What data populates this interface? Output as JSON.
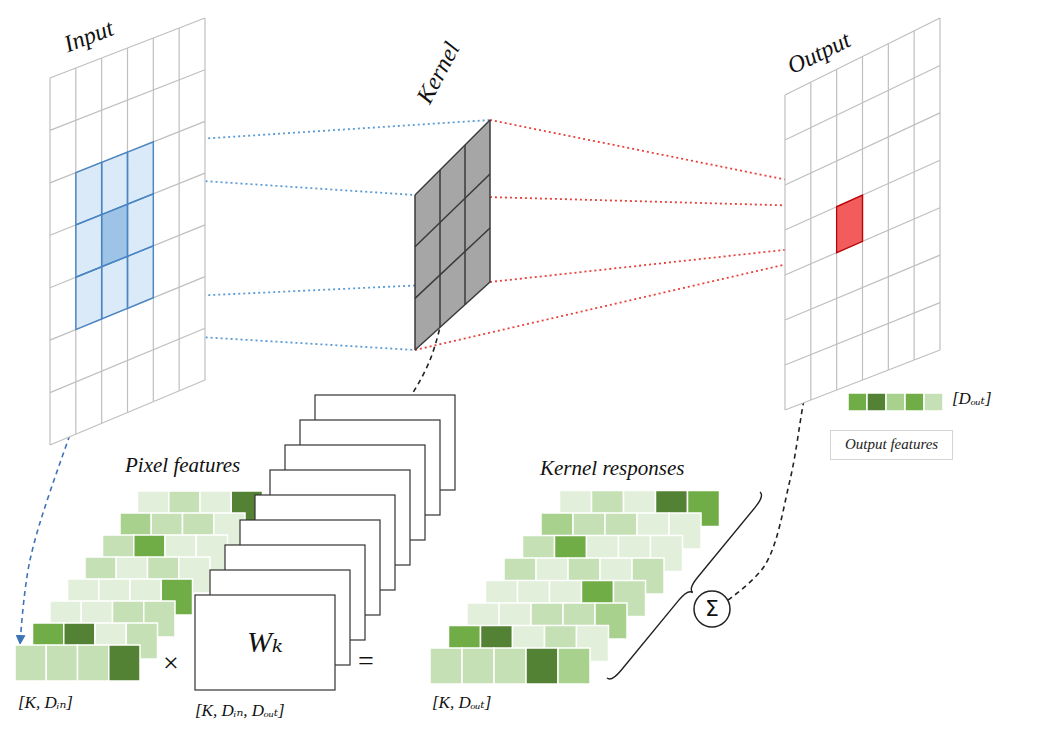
{
  "diagram": {
    "nodes": [
      {
        "text": [
          "Input"
        ]
      },
      {
        "text": [
          "Kernel"
        ]
      },
      {
        "text": [
          "Output"
        ]
      },
      {
        "text": [
          "Pixel features",
          "[K, Dᵢₙ]"
        ]
      },
      {
        "text": [
          "Wₖ",
          "[K, Dᵢₙ, Dₒᵤₜ]"
        ]
      },
      {
        "text": [
          "Kernel responses",
          "[K, Dₒᵤₜ]"
        ]
      },
      {
        "text": [
          "Σ"
        ]
      },
      {
        "text": [
          "Output features"
        ]
      }
    ],
    "edges": [
      {
        "from": 0,
        "to": 1,
        "arrow": "none"
      },
      {
        "from": 1,
        "to": 2,
        "arrow": "none"
      },
      {
        "from": 0,
        "to": 3,
        "arrow": "to"
      },
      {
        "from": 1,
        "to": 4,
        "arrow": "to"
      },
      {
        "from": 6,
        "to": 2,
        "arrow": "to"
      }
    ],
    "labels": [
      "×",
      "=",
      "[Dₒᵤₜ]"
    ]
  }
}
